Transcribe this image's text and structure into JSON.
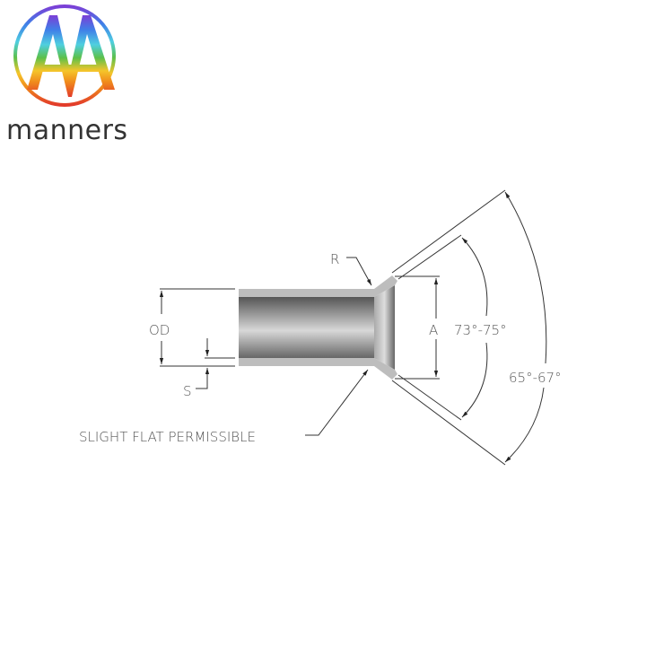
{
  "logo": {
    "brand": "manners",
    "colors": [
      "#7b3fd6",
      "#3f7fe8",
      "#4fcfe0",
      "#5cc04a",
      "#f5c52a",
      "#f08a1c",
      "#e23a2a"
    ]
  },
  "drawing": {
    "labels": {
      "od": "OD",
      "s": "S",
      "r": "R",
      "a": "A",
      "inner_angle": "73°-75°",
      "outer_angle": "65°-67°",
      "note": "SLIGHT FLAT PERMISSIBLE"
    }
  }
}
